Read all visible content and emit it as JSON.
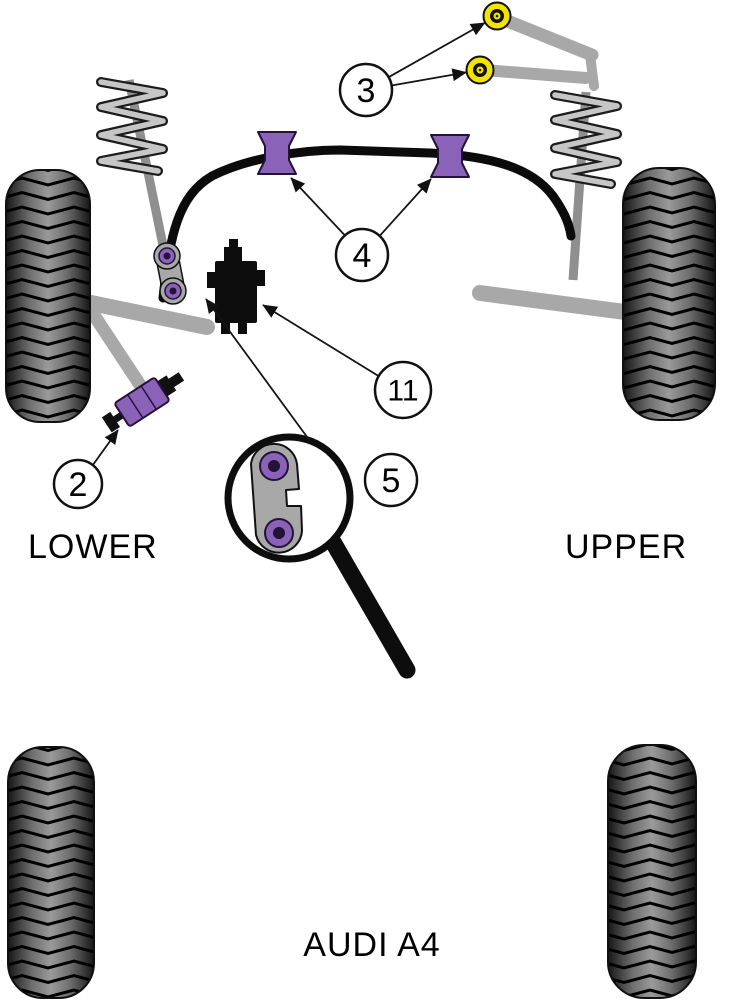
{
  "diagram": {
    "title": "AUDI A4",
    "section_labels": {
      "left": "LOWER",
      "right": "UPPER"
    },
    "callouts": {
      "upper_arm_bushes": "3",
      "anti_roll_bar_bushes": "4",
      "lower_arm_bush": "2",
      "engine_mount": "11",
      "support_bracket": "5"
    },
    "colors": {
      "polyurethane_purple": "#8a62b8",
      "polyurethane_purple_dark": "#241239",
      "polyurethane_yellow": "#f2e400",
      "metal_gray": "#a8a8a8",
      "outline_black": "#111111",
      "background": "#ffffff"
    }
  }
}
